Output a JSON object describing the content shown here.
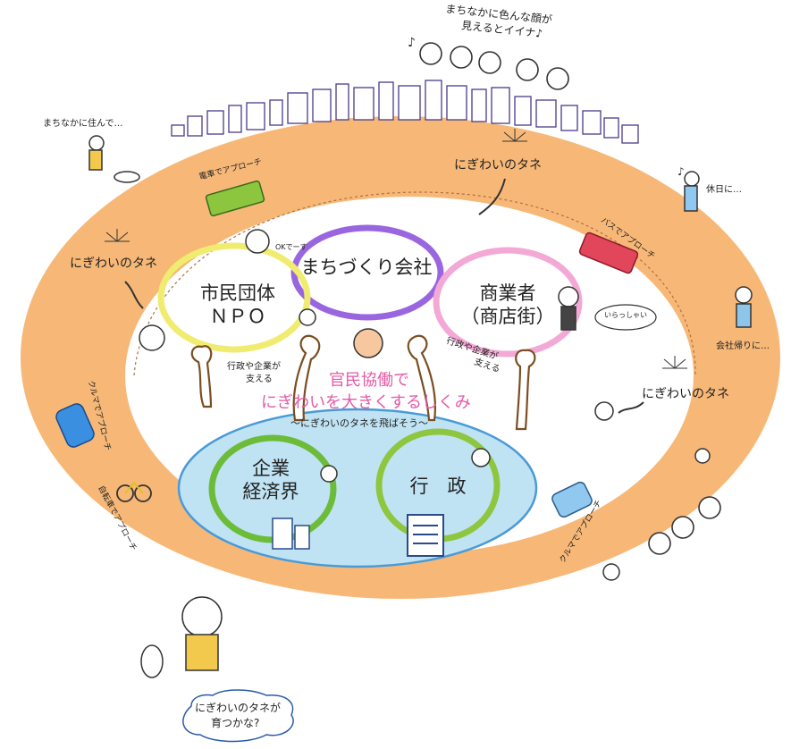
{
  "header_caption": {
    "line1": "まちなかに色んな顔が",
    "line2": "見えるとイイナ♪"
  },
  "people_captions": {
    "living": "まちなかに住んで…",
    "holiday": "休日に…",
    "after_work": "会社帰りに…"
  },
  "access_labels": {
    "train": "電車でアプローチ",
    "bus": "バスでアプローチ",
    "car_left": "クルマでアプローチ",
    "bicycle": "自転車でアプローチ",
    "car_right": "クルマでアプローチ"
  },
  "seed_label": "にぎわいのタネ",
  "circles": {
    "citizen_line1": "市民団体",
    "citizen_line2": "ＮＰＯ",
    "machizukuri": "まちづくり会社",
    "merchants_line1": "商業者",
    "merchants_line2": "（商店街）",
    "business_line1": "企業",
    "business_line2": "経済界",
    "government": "行　政"
  },
  "support_label": {
    "line1": "行政や企業が",
    "line2": "支える"
  },
  "center": {
    "title_line1": "官民協働で",
    "title_line2": "にぎわいを大きくするしくみ",
    "subtitle": "〜にぎわいのタネを飛ばそう〜"
  },
  "ok_bubble": "OKでーす",
  "welcome_bubble": "いらっしゃい",
  "speech_bubble": {
    "line1": "にぎわいのタネが",
    "line2": "育つかな?"
  },
  "colors": {
    "ring": "#f7b877",
    "inner_bowl": "#ffffff",
    "pond": "#bfe3f3",
    "citizen_ring": "#f0ec70",
    "machizukuri_ring": "#9a66e0",
    "merchants_ring": "#f3a8d6",
    "business_ring": "#6cbc3a",
    "government_ring": "#8ec63f",
    "accent_pink": "#e45aa6"
  }
}
